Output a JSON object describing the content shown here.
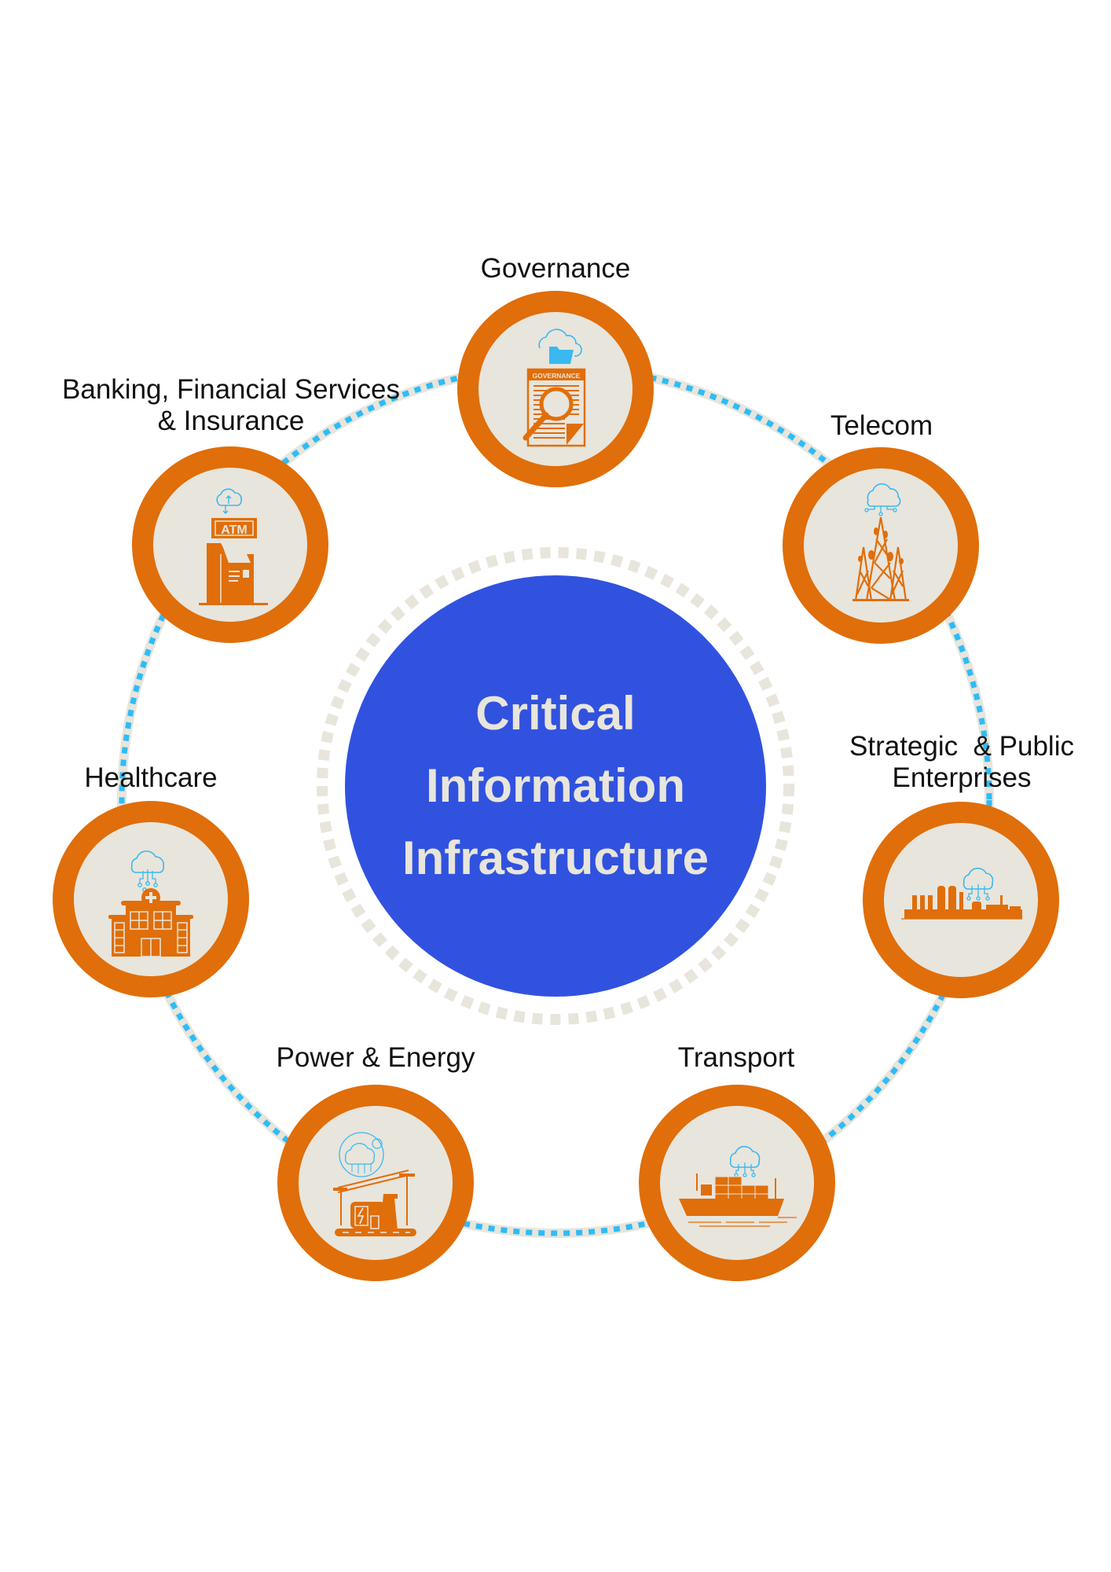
{
  "diagram": {
    "title_lines": [
      "Critical",
      "Information",
      "Infrastructure"
    ],
    "colors": {
      "center_fill": "#3152df",
      "center_text": "#e8e5dc",
      "node_ring": "#e06e0a",
      "node_fill": "#e8e5dc",
      "ring_track": "#e8e5dc",
      "ring_dash": "#2ebcf7",
      "inner_dots": "#e8e5dc",
      "icon_primary": "#e06e0a",
      "icon_cloud": "#3ab8f0"
    },
    "sectors": [
      {
        "id": "governance",
        "label": "Governance",
        "icon": "governance-document-magnifier-icon"
      },
      {
        "id": "telecom",
        "label": "Telecom",
        "icon": "telecom-tower-icon"
      },
      {
        "id": "strategic",
        "label": "Strategic  & Public\nEnterprises",
        "icon": "industrial-plant-icon"
      },
      {
        "id": "transport",
        "label": "Transport",
        "icon": "cargo-ship-icon"
      },
      {
        "id": "power",
        "label": "Power & Energy",
        "icon": "power-plant-icon"
      },
      {
        "id": "healthcare",
        "label": "Healthcare",
        "icon": "hospital-icon"
      },
      {
        "id": "bfsi",
        "label": "Banking, Financial Services\n& Insurance",
        "icon": "atm-icon"
      }
    ],
    "icon_texts": {
      "governance_doc": "GOVERNANCE",
      "atm": "ATM"
    }
  }
}
